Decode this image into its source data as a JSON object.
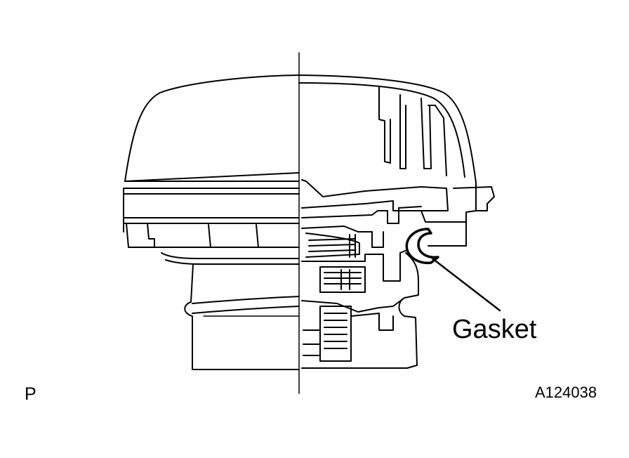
{
  "labels": {
    "gasket": "Gasket",
    "view_letter": "P",
    "figure_number": "A124038"
  },
  "colors": {
    "line": "#000000",
    "background": "#ffffff"
  }
}
